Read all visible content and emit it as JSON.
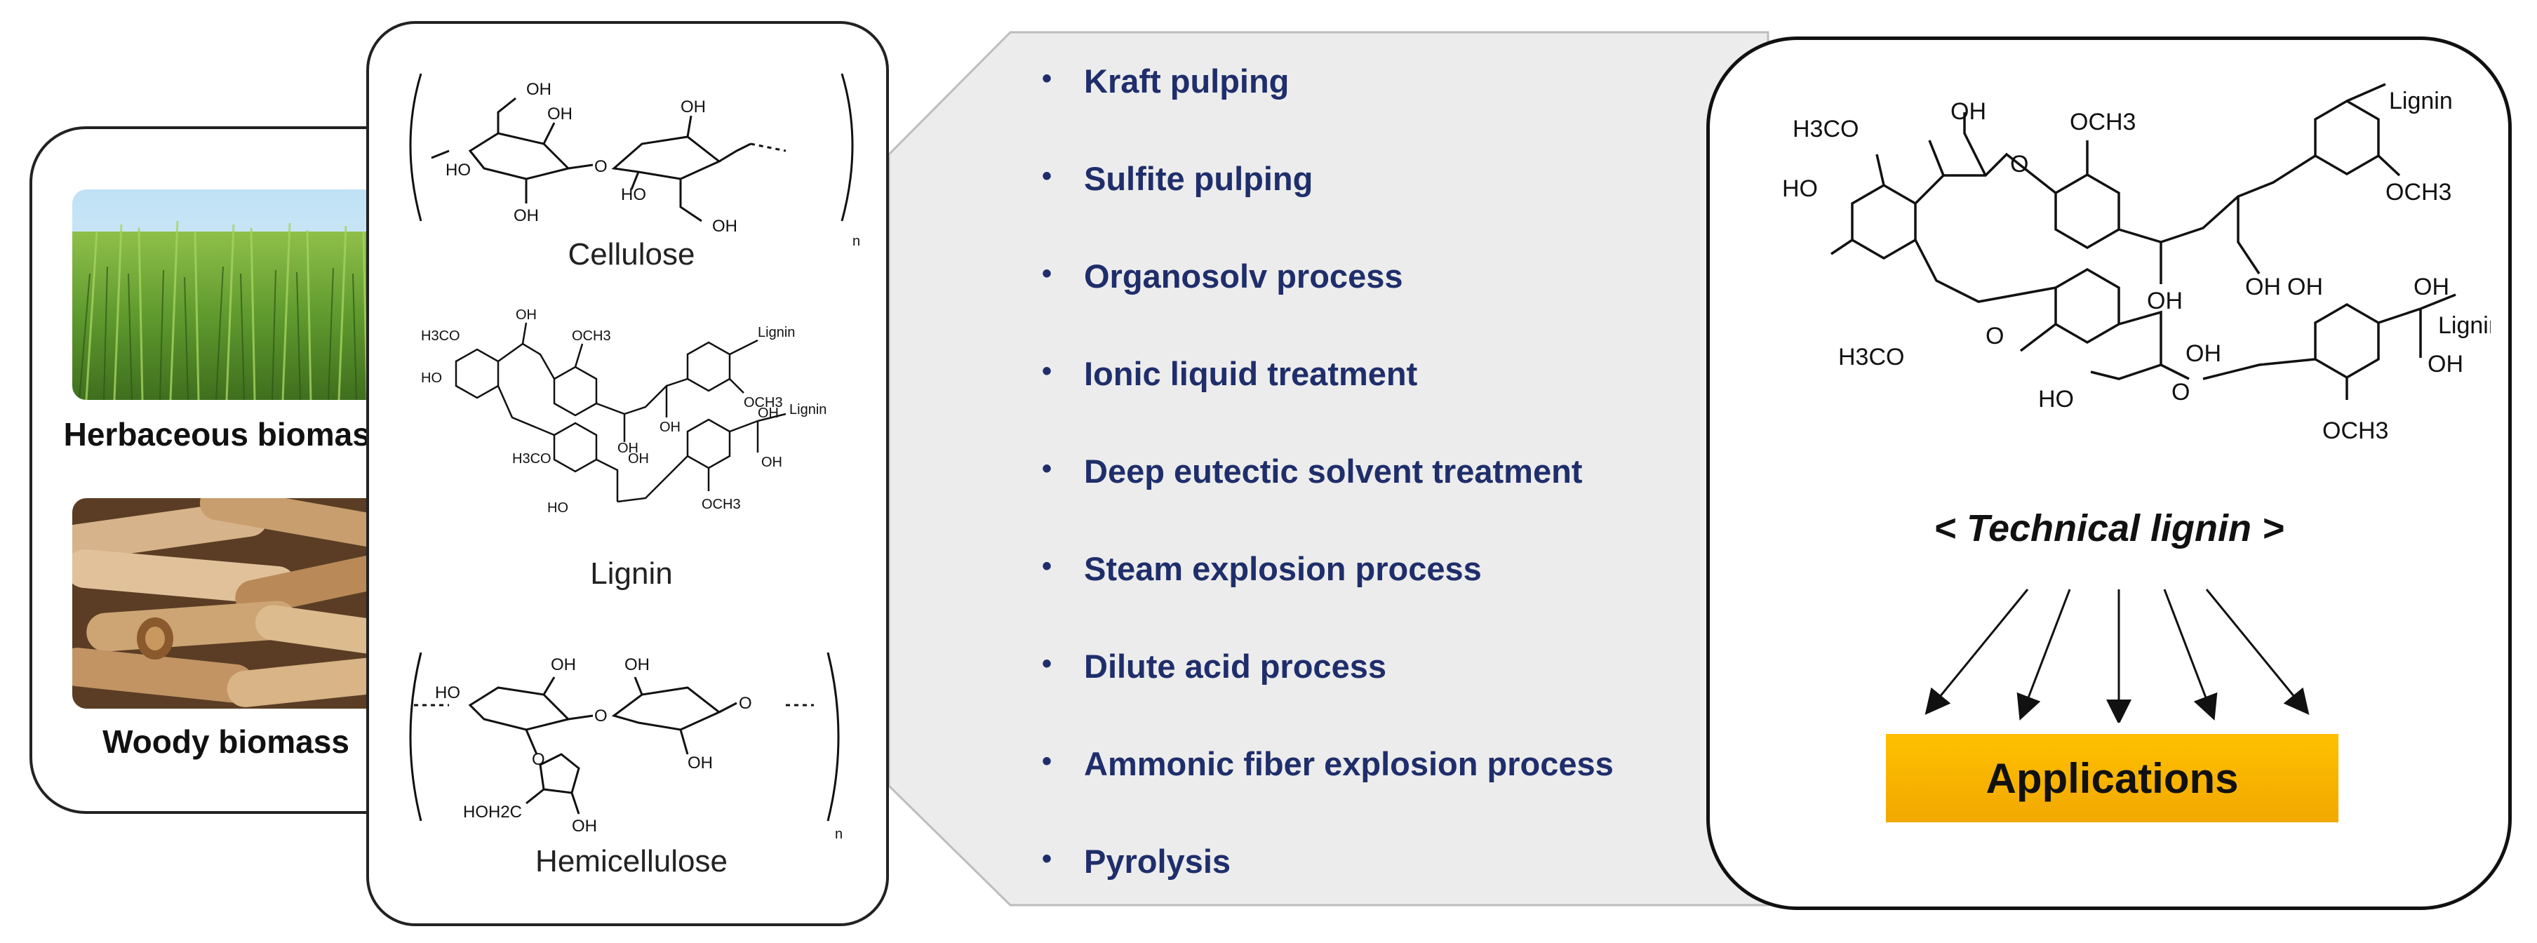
{
  "biomass": {
    "herbaceous_label": "Herbaceous biomass",
    "woody_label": "Woody biomass"
  },
  "structures": {
    "cellulose": "Cellulose",
    "lignin": "Lignin",
    "hemicellulose": "Hemicellulose"
  },
  "chem_labels": {
    "oh": "OH",
    "ho": "HO",
    "n": "n",
    "och3": "OCH3",
    "h3co": "H3CO",
    "hoh2c": "HOH2C",
    "lignin": "Lignin"
  },
  "processes": [
    "Kraft pulping",
    "Sulfite pulping",
    "Organosolv process",
    "Ionic liquid treatment",
    "Deep eutectic solvent treatment",
    "Steam explosion process",
    "Dilute acid process",
    "Ammonic fiber explosion process",
    "Pyrolysis"
  ],
  "technical": {
    "title": "< Technical  lignin >",
    "applications_label": "Applications"
  },
  "colors": {
    "process_text": "#1f2e6b",
    "applications_fill": "#ffc000"
  }
}
